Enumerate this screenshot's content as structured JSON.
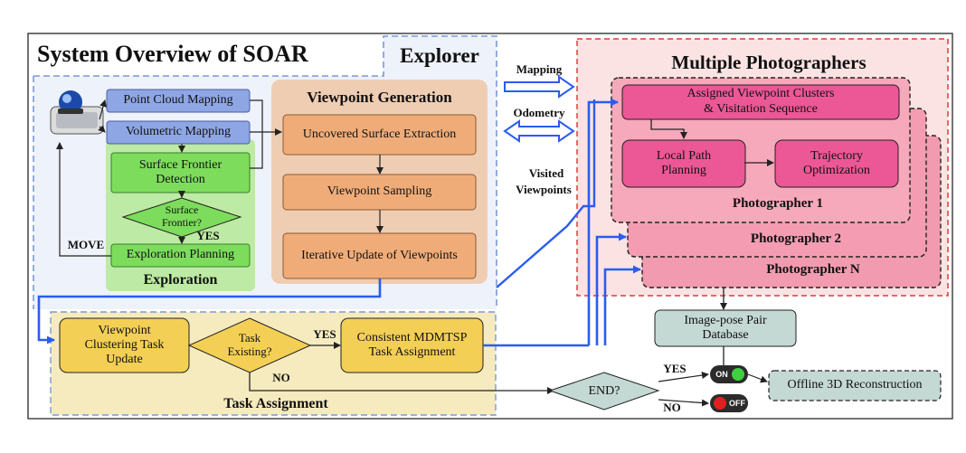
{
  "title": "System Overview of SOAR",
  "explorer": {
    "label": "Explorer",
    "exploration": {
      "label": "Exploration",
      "point_cloud_mapping": "Point Cloud Mapping",
      "volumetric_mapping": "Volumetric Mapping",
      "surface_frontier_detection": "Surface Frontier Detection",
      "surface_frontier_question": "Surface Frontier?",
      "yes": "YES",
      "exploration_planning": "Exploration Planning",
      "move": "MOVE"
    },
    "viewpoint_generation": {
      "label": "Viewpoint Generation",
      "uncovered_surface_extraction": "Uncovered Surface Extraction",
      "viewpoint_sampling": "Viewpoint Sampling",
      "iterative_update": "Iterative Update of Viewpoints"
    }
  },
  "links": {
    "mapping": "Mapping",
    "odometry": "Odometry",
    "visited_viewpoints_1": "Visited",
    "visited_viewpoints_2": "Viewpoints"
  },
  "photographers": {
    "label": "Multiple Photographers",
    "assigned_clusters_1": "Assigned Viewpoint Clusters",
    "assigned_clusters_2": "& Visitation Sequence",
    "local_path_planning": "Local Path Planning",
    "trajectory_optimization": "Trajectory Optimization",
    "photographer_1": "Photographer 1",
    "photographer_2": "Photographer 2",
    "photographer_n": "Photographer N"
  },
  "task_assignment": {
    "label": "Task Assignment",
    "clustering": "Viewpoint Clustering Task Update",
    "task_existing": "Task Existing?",
    "yes": "YES",
    "no": "NO",
    "mdmtsp": "Consistent MDMTSP Task Assignment"
  },
  "database": "Image-pose Pair Database",
  "end_question": "END?",
  "end_yes": "YES",
  "end_no": "NO",
  "switch_on": "ON",
  "switch_off": "OFF",
  "offline_reconstruction": "Offline 3D Reconstruction"
}
